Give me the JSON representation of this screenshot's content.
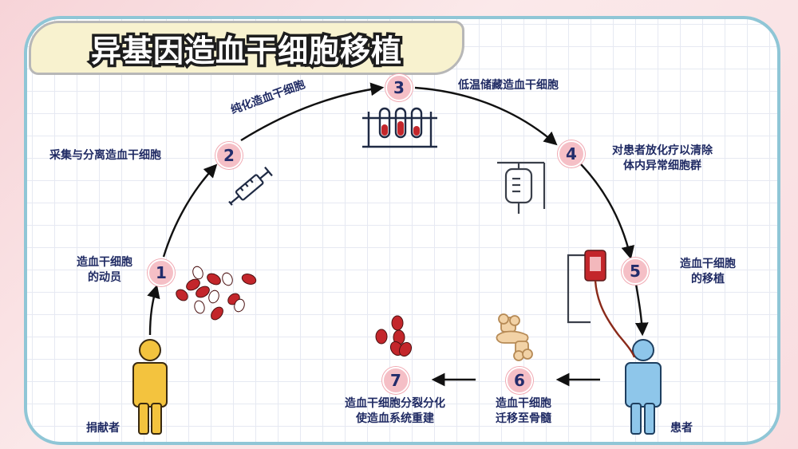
{
  "title": "异基因造血干细胞移植",
  "steps": [
    {
      "num": "1",
      "line1": "造血干细胞",
      "line2": "的动员"
    },
    {
      "num": "2",
      "line1": "采集与分离造血干细胞"
    },
    {
      "num": "3",
      "line1": "低温储藏造血干细胞"
    },
    {
      "num": "4",
      "line1": "对患者放化疗以清除",
      "line2": "体内异常细胞群"
    },
    {
      "num": "5",
      "line1": "造血干细胞",
      "line2": "的移植"
    },
    {
      "num": "6",
      "line1": "造血干细胞",
      "line2": "迁移至骨髓"
    },
    {
      "num": "7",
      "line1": "造血干细胞分裂分化",
      "line2": "使造血系统重建"
    }
  ],
  "purify_label": "纯化造血干细胞",
  "donor_label": "捐献者",
  "patient_label": "患者",
  "colors": {
    "badge": "#f5bfc6",
    "label": "#1f2a63",
    "donor": "#f3c33e",
    "patient": "#8ec6ea",
    "cell": "#c3262b",
    "border": "#8fc6d6"
  },
  "icons": [
    "person-icon",
    "blood-cells-icon",
    "syringe-icon",
    "test-tube-rack-icon",
    "iv-drip-icon",
    "blood-bag-icon",
    "bone-joint-icon",
    "person-icon"
  ]
}
